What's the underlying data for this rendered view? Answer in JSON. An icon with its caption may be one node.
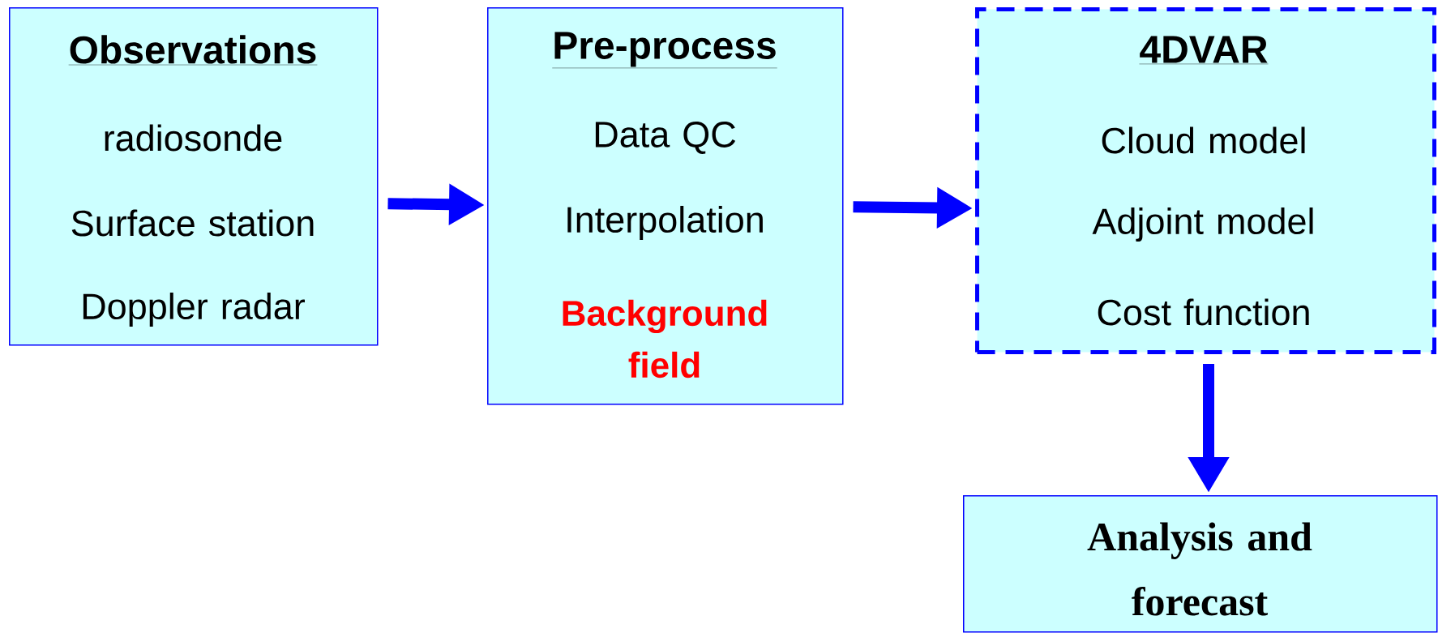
{
  "diagram": {
    "nodes": [
      {
        "text": [
          "Observations",
          "radiosonde",
          "Surface station",
          "Doppler radar"
        ]
      },
      {
        "text": [
          "Pre-process",
          "Data QC",
          "Interpolation",
          "Background field"
        ]
      },
      {
        "text": [
          "4DVAR",
          "Cloud model",
          "Adjoint model",
          "Cost function"
        ]
      },
      {
        "text": [
          "Analysis and forecast"
        ]
      }
    ],
    "edges": [
      {
        "from": 0,
        "to": 1,
        "arrow": "to"
      },
      {
        "from": 1,
        "to": 2,
        "arrow": "to"
      },
      {
        "from": 2,
        "to": 3,
        "arrow": "to"
      }
    ]
  }
}
